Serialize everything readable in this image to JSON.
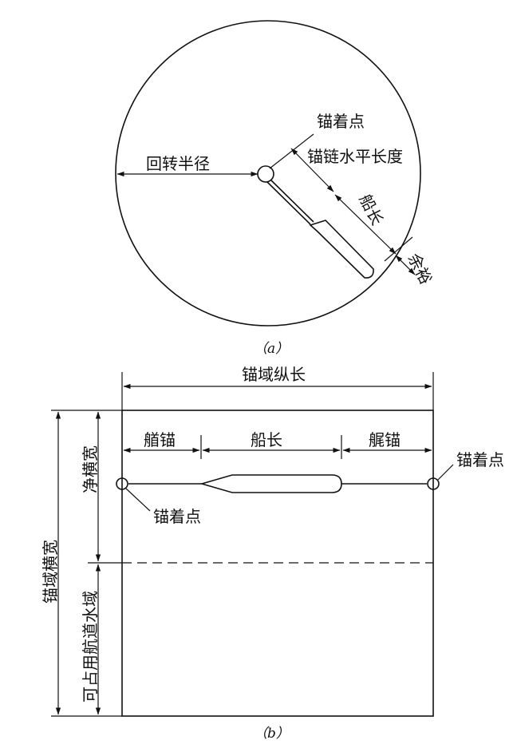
{
  "diagram_a": {
    "caption": "（a）",
    "labels": {
      "anchor_point": "锚着点",
      "chain_length": "锚链水平长度",
      "turning_radius": "回转半径",
      "ship_length": "船长",
      "margin": "余裕"
    }
  },
  "diagram_b": {
    "caption": "（b）",
    "labels": {
      "anchorage_length": "锚域纵长",
      "bow_anchor": "艏锚",
      "ship_length": "船长",
      "stern_anchor": "艉锚",
      "anchor_point_right": "锚着点",
      "anchor_point_left": "锚着点",
      "clear_width": "净横宽",
      "anchorage_width": "锚域横宽",
      "usable_water": "可占用航道水域"
    }
  }
}
